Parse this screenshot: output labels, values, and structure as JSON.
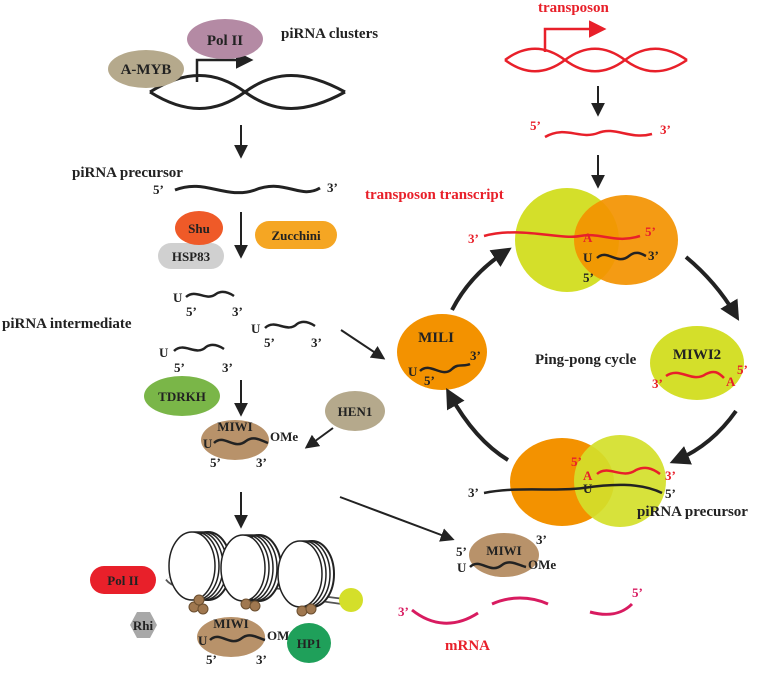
{
  "colors": {
    "red": "#e8202a",
    "pink": "#d81b60",
    "orange": "#f39200",
    "lime": "#d4df2a",
    "brown": "#b8926a",
    "mauve": "#b48aa4",
    "khaki": "#b5a98c",
    "green": "#7ab648",
    "dark_green": "#1fa05a",
    "zucchini": "#f5a623",
    "shu": "#ef5a28",
    "gray": "#d0d0d0"
  },
  "left": {
    "polII": "Pol II",
    "amyb": "A-MYB",
    "clusters": "piRNA clusters",
    "precursor": "piRNA precursor",
    "five": "5’",
    "three": "3’",
    "shu": "Shu",
    "hsp83": "HSP83",
    "zucchini": "Zucchini",
    "intermediate": "piRNA intermediate",
    "u": "U",
    "tdrkh": "TDRKH",
    "hen1": "HEN1",
    "miwi": "MIWI",
    "ome": "OMe"
  },
  "right": {
    "transposon": "transposon",
    "transcript": "transposon transcript",
    "mili": "MILI",
    "miwi2": "MIWI2",
    "pingpong": "Ping-pong cycle",
    "precursor": "piRNA precursor",
    "a": "A",
    "u": "U",
    "five": "5’",
    "three": "3’"
  },
  "bottom": {
    "polII": "Pol II",
    "rhi": "Rhi",
    "hp1": "HP1",
    "miwi": "MIWI",
    "ome": "OMe",
    "u": "U",
    "five": "5’",
    "three": "3’",
    "mrna": "mRNA"
  }
}
